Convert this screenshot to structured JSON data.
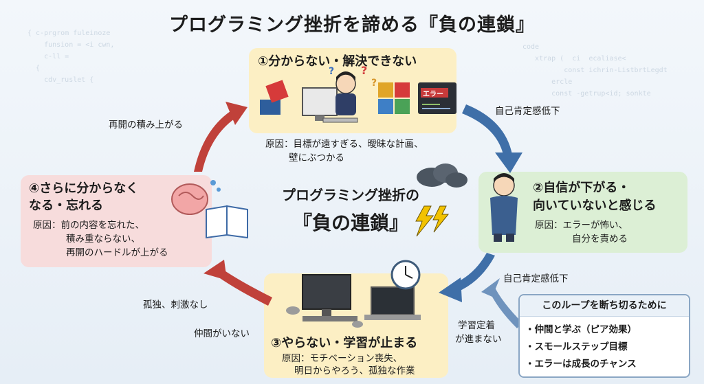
{
  "title": "プログラミング挫折を諦める『負の連鎖』",
  "center": {
    "line1": "プログラミング挫折の",
    "line2": "『負の連鎖』"
  },
  "nodes": {
    "n1": {
      "head": "①分からない・解決できない",
      "cause1": "原因：目標が遠すぎる、曖昧な計画、",
      "cause2": "壁にぶつかる",
      "error_label": "エラー"
    },
    "n2": {
      "head1": "②自信が下がる・",
      "head2": "向いていないと感じる",
      "cause1": "原因：エラーが怖い、",
      "cause2": "自分を責める"
    },
    "n3": {
      "head": "③やらない・学習が止まる",
      "cause1": "原因：モチベーション喪失、",
      "cause2": "明日からやろう、孤独な作業"
    },
    "n4": {
      "head1": "④さらに分からなく",
      "head2": "なる・忘れる",
      "cause1": "原因：前の内容を忘れた、",
      "cause2": "積み重ならない、",
      "cause3": "再開のハードルが上がる"
    }
  },
  "arrows": {
    "a12": "自己肯定感低下",
    "a23": "自己肯定感低下",
    "a34_1": "孤独、刺激なし",
    "a34_2": "仲間がいない",
    "a41": "再開の積み上がる",
    "side1": "学習定着",
    "side2": "が進まない"
  },
  "tip": {
    "title": "このループを断ち切るために",
    "items": [
      "・仲間と学ぶ（ピア効果）",
      "・スモールステップ目標",
      "・エラーは成長のチャンス"
    ]
  },
  "colors": {
    "blue_arrow": "#3f6fa8",
    "red_arrow": "#c0413a",
    "node_yellow": "#fcefc4",
    "node_green": "#dcefd5",
    "node_pink": "#f7dcdc"
  }
}
